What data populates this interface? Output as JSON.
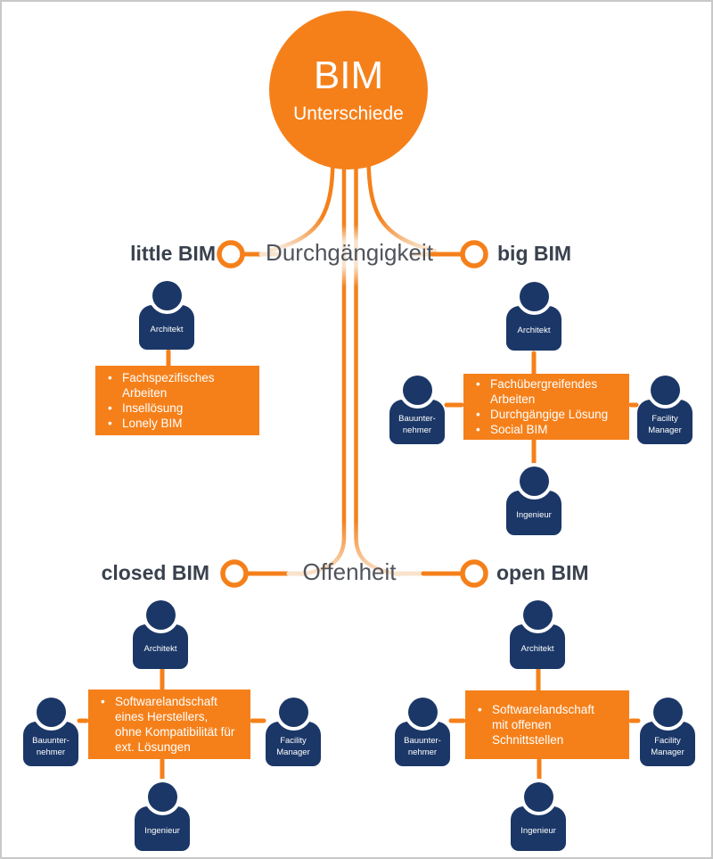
{
  "colors": {
    "orange": "#F5801A",
    "pale_orange": "#F8E3CD",
    "navy": "#1B3767",
    "axis_text": "#50545C",
    "side_label": "#3A414E",
    "page_border": "#C8C8C8"
  },
  "root": {
    "title": "BIM",
    "subtitle": "Unterschiede"
  },
  "axes": {
    "durchgaengigkeit": {
      "left": "little BIM",
      "center": "Durchgängigkeit",
      "right": "big BIM"
    },
    "offenheit": {
      "left": "closed BIM",
      "center": "Offenheit",
      "right": "open BIM"
    }
  },
  "roles": {
    "architekt": "Architekt",
    "bauunternehmer": "Bauunter-\nnehmer",
    "facility_manager": "Facility\nManager",
    "ingenieur": "Ingenieur"
  },
  "boxes": {
    "little_bim": [
      "Fachspezifisches\nArbeiten",
      "Insellösung",
      "Lonely BIM"
    ],
    "big_bim": [
      "Fachübergreifendes\nArbeiten",
      "Durchgängige Lösung",
      "Social BIM"
    ],
    "closed_bim": [
      "Softwarelandschaft\neines Herstellers,\nohne Kompatibilität für\next. Lösungen"
    ],
    "open_bim": [
      "Softwarelandschaft\nmit offenen\nSchnittstellen"
    ]
  }
}
